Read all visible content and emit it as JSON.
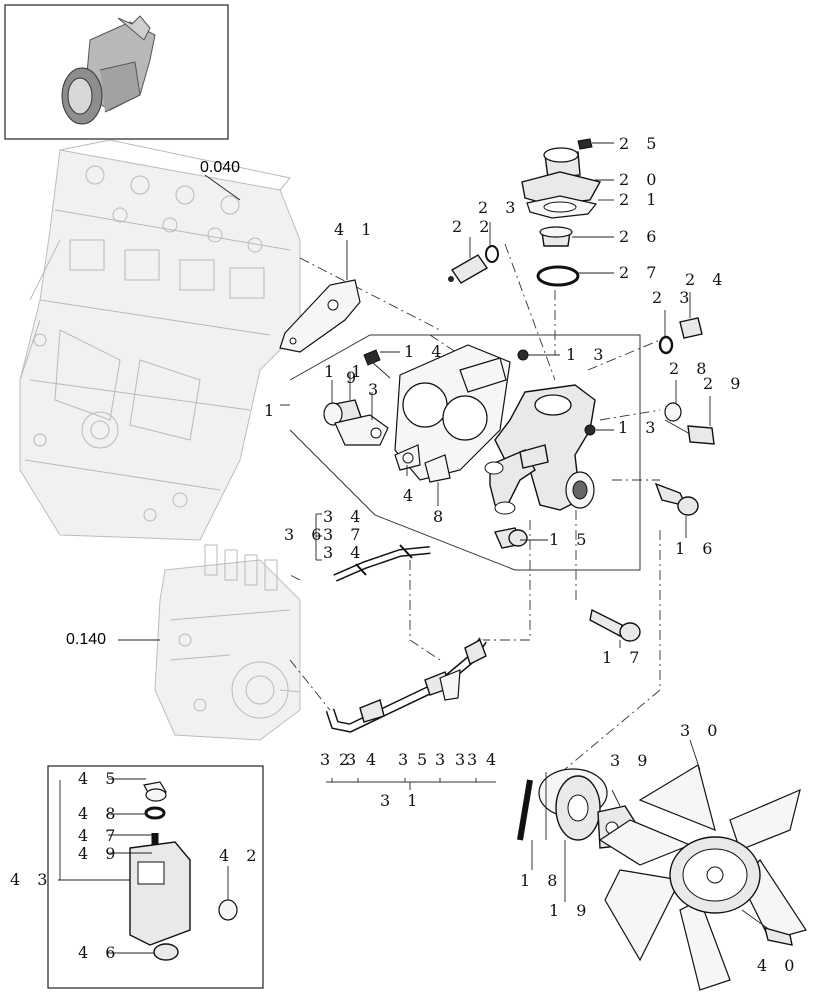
{
  "ref_labels": {
    "head": "0.040",
    "pump": "0.140"
  },
  "callouts": {
    "c25": "2 5",
    "c20": "2 0",
    "c21": "2 1",
    "c26": "2 6",
    "c27": "2 7",
    "c22": "2 2",
    "c23a": "2 3",
    "c41": "4 1",
    "c24": "2 4",
    "c23b": "2 3",
    "c14": "1 4",
    "c13a": "1 3",
    "c11": "1 1",
    "c9": "9",
    "c3a": "3",
    "c1": "1",
    "c13b": "1 3",
    "c28": "2 8",
    "c29": "2 9",
    "c4a": "4",
    "c8": "8",
    "c36": "3 6",
    "c34a": "3 4",
    "c37": "3 7",
    "c34b": "3 4",
    "c15": "1 5",
    "c16": "1 6",
    "c17": "1 7",
    "c3b": "3",
    "c2": "2",
    "c3c": "3",
    "c4b": "4",
    "c3d": "3",
    "c5": "5",
    "c3e": "3",
    "c3f": "3",
    "c3g": "3",
    "c4c": "4",
    "c31": "3 1",
    "c30": "3 0",
    "c39": "3 9",
    "c18": "1 8",
    "c19": "1 9",
    "c40": "4 0",
    "c45": "4 5",
    "c48": "4 8",
    "c47": "4 7",
    "c49": "4 9",
    "c43": "4 3",
    "c42": "4 2",
    "c46": "4 6"
  }
}
